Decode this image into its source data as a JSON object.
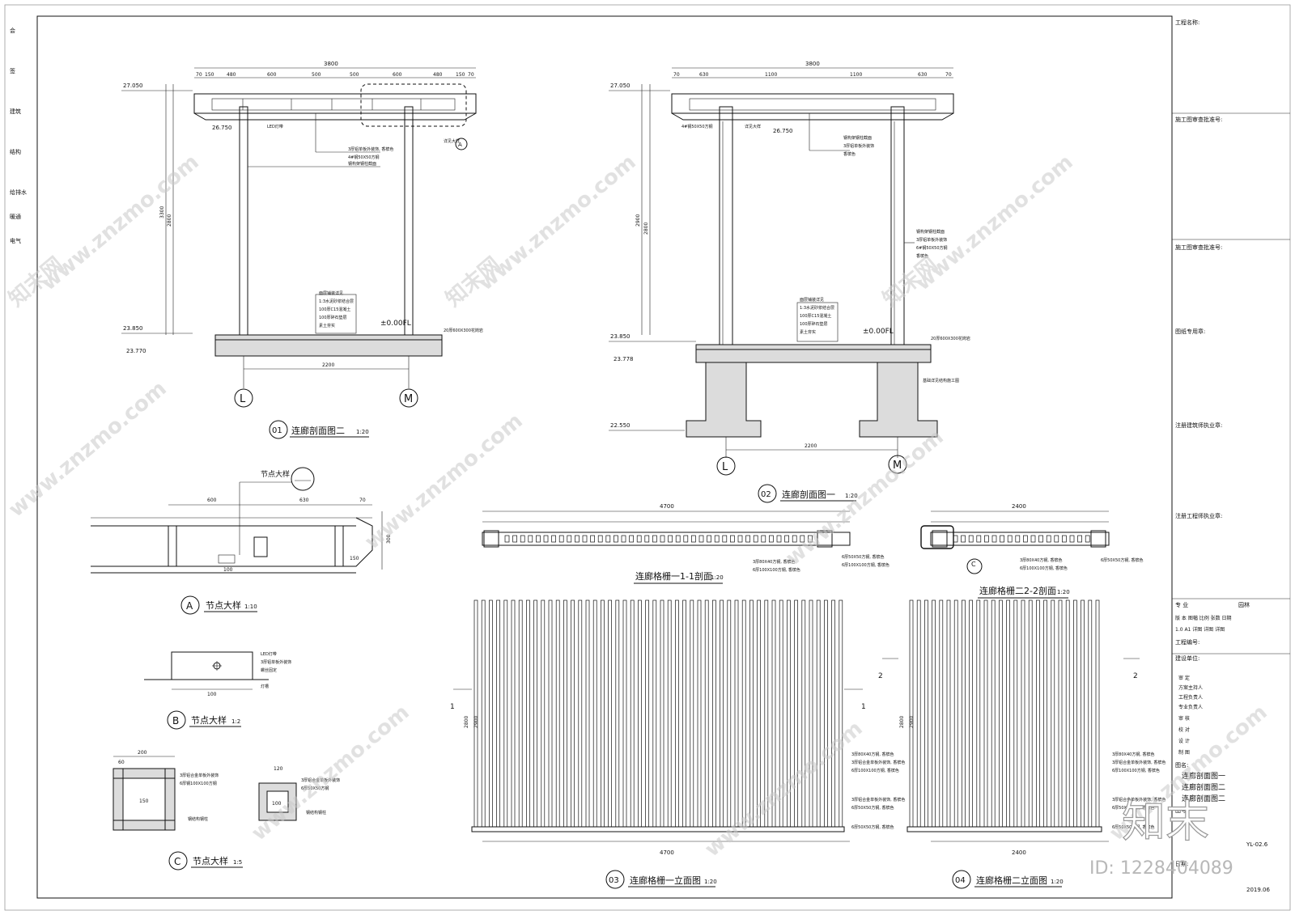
{
  "drawings": {
    "d01": {
      "num": "01",
      "title": "连廊剖面图二",
      "scale": "1:20"
    },
    "d02": {
      "num": "02",
      "title": "连廊剖面图一",
      "scale": "1:20"
    },
    "d03": {
      "num": "03",
      "title": "连廊格栅一立面图",
      "scale": "1:20"
    },
    "d04": {
      "num": "04",
      "title": "连廊格栅二立面图",
      "scale": "1:20"
    },
    "sec11": {
      "title": "连廊格栅一1-1剖面",
      "scale": "1:20"
    },
    "sec22": {
      "title": "连廊格栅二2-2剖面",
      "scale": "1:20"
    },
    "detA": {
      "letter": "A",
      "title": "节点大样",
      "scale": "1:10"
    },
    "detB": {
      "letter": "B",
      "title": "节点大样",
      "scale": "1:2"
    },
    "detC": {
      "letter": "C",
      "title": "节点大样",
      "scale": "1:5"
    },
    "callout": {
      "text": "节点大样"
    }
  },
  "dims": {
    "d01_top_total": "3800",
    "d01_top_segs": [
      "70",
      "150",
      "480",
      "600",
      "500",
      "500",
      "600",
      "480",
      "150",
      "70"
    ],
    "d02_top_total": "3800",
    "d02_top_segs": [
      "70",
      "630",
      "1100",
      "1100",
      "630",
      "70"
    ],
    "span": "2200",
    "sec11_total": "4700",
    "sec22_total": "2400",
    "el_1300": "3300",
    "el_2800": "2800",
    "el_2900": "2900",
    "el_2800b": "2800",
    "detA_600": "600",
    "detA_630": "630",
    "detA_70": "70",
    "detA_150": "150",
    "detA_100": "100",
    "detA_300": "300",
    "detB_100": "100",
    "detC_200": "200",
    "detC_60": "60",
    "detC_150": "150",
    "detC2_120": "120",
    "detC2_100": "100"
  },
  "elevations": {
    "d01_top": "27.050",
    "d01_mid": "26.750",
    "d01_floor": "23.850",
    "d01_low": "23.770",
    "d02_top": "27.050",
    "d02_mid": "26.750",
    "d02_floor": "23.850",
    "d02_low": "23.778",
    "d02_found": "22.550",
    "ffl": "±0.00FL"
  },
  "grid": {
    "left": "L",
    "right": "M"
  },
  "notes": {
    "d01_a": "3厚铝单板外装饰, 香槟色",
    "d01_b": "4#钢50X50方钢",
    "d01_c": "钢构架钢柱截面",
    "d01_d": "LED灯带",
    "d01_e": "详见大样",
    "d02_a": "钢构架钢柱截面",
    "d02_b": "3厚铝单板外装饰",
    "d02_c": "香槟色",
    "d02_d": "6#钢50X50方钢",
    "floor_1": "面层铺装详见",
    "floor_2": "1:3水泥砂浆结合层",
    "floor_3": "100厚C15混凝土",
    "floor_4": "100厚碎石垫层",
    "floor_5": "素土夯实",
    "floor_side": "20厚600X300花岗岩",
    "found": "基础详见结构施工图",
    "grille_a": "3厚80X40方钢, 香槟色",
    "grille_b": "3厚铝合金单板外装饰, 香槟色",
    "grille_c": "6厚100X100方钢, 香槟色",
    "grille_d": "3厚铝合金单板外装饰, 香槟色",
    "grille_e": "6厚50X50方钢, 香槟色",
    "detB_1": "LED灯带",
    "detB_2": "3厚铝单板外装饰",
    "detB_3": "螺丝固定",
    "detB_4": "灯槽",
    "detC_1": "3厚铝合金单板外装饰",
    "detC_2": "6厚钢100X100方钢",
    "detC_3": "钢结构钢柱",
    "detC2_1": "3厚铝合金单板外装饰",
    "detC2_2": "6厚50X50方钢",
    "detC2_3": "钢结构钢柱"
  },
  "title_block": {
    "r1": "工程名称:",
    "r2": "施工图审查批准号:",
    "r3": "施工图审查批准号:",
    "r4": "图纸专用章:",
    "r5": "注册建筑师执业章:",
    "r6": "注册工程师执业章:",
    "r7a": "专 业",
    "r7b": "园林",
    "r8": "版 本  图幅  比例  张数  日期",
    "r9": "1.0   A1   详图   详图   详图",
    "r10": "工程编号:",
    "r11": "建设单位:",
    "roles": [
      "审 定",
      "方案主持人",
      "工程负责人",
      "专业负责人",
      "审 核",
      "校 对",
      "设 计",
      "制 图"
    ],
    "r12": "图名:",
    "r13": "连廊剖面图一",
    "r14": "连廊剖面图二",
    "r15": "连廊剖面图二",
    "r16": "图号:",
    "r17": "YL-02.6",
    "r18": "日期:",
    "r19": "2019.06"
  },
  "left_strip": [
    "会",
    "签",
    "建筑",
    "结构",
    "给排水",
    "暖通",
    "电气"
  ],
  "watermark": {
    "site": "www.znzmo.com",
    "brand": "知末网",
    "logo": "知末",
    "id": "ID: 1228404089"
  }
}
